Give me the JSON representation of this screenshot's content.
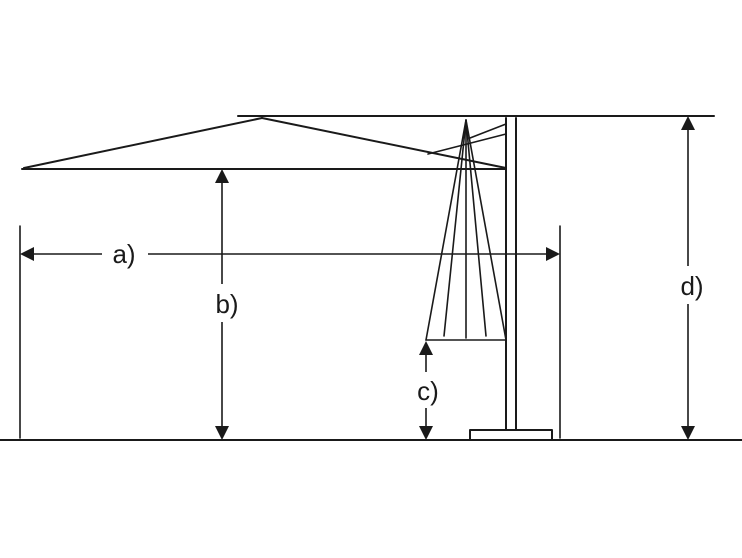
{
  "labels": {
    "a": "a)",
    "b": "b)",
    "c": "c)",
    "d": "d)"
  },
  "colors": {
    "line": "#1a1a1a",
    "background": "#ffffff"
  }
}
